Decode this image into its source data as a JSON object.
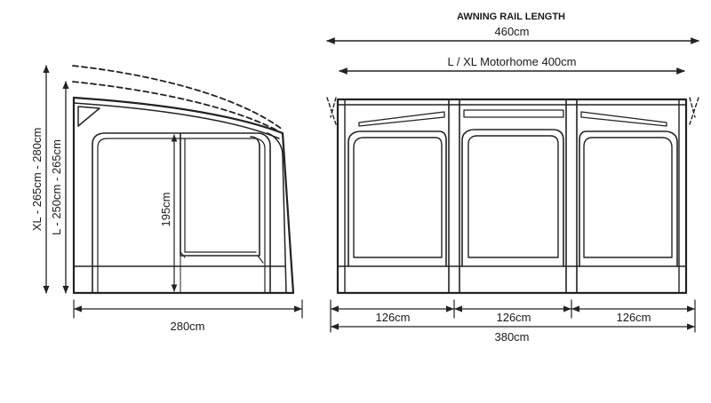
{
  "diagram": {
    "side_view": {
      "label_height_xl": "XL - 265cm - 280cm",
      "label_height_l": "L - 250cm - 265cm",
      "label_door": "195cm",
      "label_depth": "280cm"
    },
    "front_view": {
      "title": "AWNING RAIL LENGTH",
      "label_rail": "460cm",
      "label_motorhome": "L / XL Motorhome 400cm",
      "label_panel_1": "126cm",
      "label_panel_2": "126cm",
      "label_panel_3": "126cm",
      "label_total_width": "380cm"
    },
    "colors": {
      "line": "#222222",
      "background": "#ffffff"
    }
  }
}
